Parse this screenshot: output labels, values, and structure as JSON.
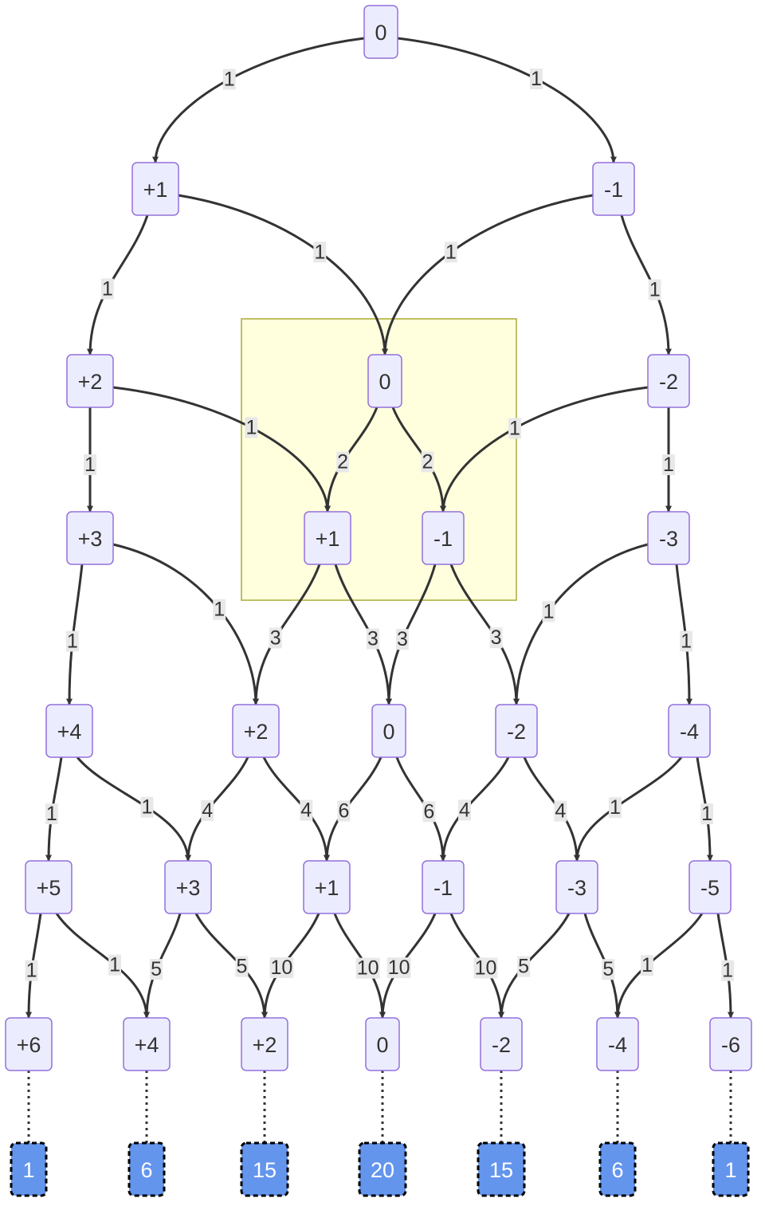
{
  "colors": {
    "node_fill": "#ececff",
    "node_stroke": "#9370db",
    "final_fill": "#6495ed",
    "final_stroke": "#000000",
    "edge": "#333333",
    "label_bg": "#e8e8e8",
    "highlight_fill": "#ffffde",
    "highlight_stroke": "#aaaa33"
  },
  "nodes": [
    {
      "id": "r0_0",
      "label": "0"
    },
    {
      "id": "r1_p1",
      "label": "+1"
    },
    {
      "id": "r1_m1",
      "label": "-1"
    },
    {
      "id": "r2_p2",
      "label": "+2"
    },
    {
      "id": "r2_0",
      "label": "0"
    },
    {
      "id": "r2_m2",
      "label": "-2"
    },
    {
      "id": "r3_p3",
      "label": "+3"
    },
    {
      "id": "r3_p1",
      "label": "+1"
    },
    {
      "id": "r3_m1",
      "label": "-1"
    },
    {
      "id": "r3_m3",
      "label": "-3"
    },
    {
      "id": "r4_p4",
      "label": "+4"
    },
    {
      "id": "r4_p2",
      "label": "+2"
    },
    {
      "id": "r4_0",
      "label": "0"
    },
    {
      "id": "r4_m2",
      "label": "-2"
    },
    {
      "id": "r4_m4",
      "label": "-4"
    },
    {
      "id": "r5_p5",
      "label": "+5"
    },
    {
      "id": "r5_p3",
      "label": "+3"
    },
    {
      "id": "r5_p1",
      "label": "+1"
    },
    {
      "id": "r5_m1",
      "label": "-1"
    },
    {
      "id": "r5_m3",
      "label": "-3"
    },
    {
      "id": "r5_m5",
      "label": "-5"
    },
    {
      "id": "r6_p6",
      "label": "+6"
    },
    {
      "id": "r6_p4",
      "label": "+4"
    },
    {
      "id": "r6_p2",
      "label": "+2"
    },
    {
      "id": "r6_0",
      "label": "0"
    },
    {
      "id": "r6_m2",
      "label": "-2"
    },
    {
      "id": "r6_m4",
      "label": "-4"
    },
    {
      "id": "r6_m6",
      "label": "-6"
    },
    {
      "id": "f1",
      "label": "1",
      "final": true
    },
    {
      "id": "f2",
      "label": "6",
      "final": true
    },
    {
      "id": "f3",
      "label": "15",
      "final": true
    },
    {
      "id": "f4",
      "label": "20",
      "final": true
    },
    {
      "id": "f5",
      "label": "15",
      "final": true
    },
    {
      "id": "f6",
      "label": "6",
      "final": true
    },
    {
      "id": "f7",
      "label": "1",
      "final": true
    }
  ],
  "edges": [
    {
      "from": "r0_0",
      "to": "r1_p1",
      "label": "1"
    },
    {
      "from": "r0_0",
      "to": "r1_m1",
      "label": "1"
    },
    {
      "from": "r1_p1",
      "to": "r2_p2",
      "label": "1"
    },
    {
      "from": "r1_p1",
      "to": "r2_0",
      "label": "1"
    },
    {
      "from": "r1_m1",
      "to": "r2_0",
      "label": "1"
    },
    {
      "from": "r1_m1",
      "to": "r2_m2",
      "label": "1"
    },
    {
      "from": "r2_p2",
      "to": "r3_p3",
      "label": "1"
    },
    {
      "from": "r2_p2",
      "to": "r3_p1",
      "label": "1"
    },
    {
      "from": "r2_0",
      "to": "r3_p1",
      "label": "2"
    },
    {
      "from": "r2_0",
      "to": "r3_m1",
      "label": "2"
    },
    {
      "from": "r2_m2",
      "to": "r3_m1",
      "label": "1"
    },
    {
      "from": "r2_m2",
      "to": "r3_m3",
      "label": "1"
    },
    {
      "from": "r3_p3",
      "to": "r4_p4",
      "label": "1"
    },
    {
      "from": "r3_p3",
      "to": "r4_p2",
      "label": "1"
    },
    {
      "from": "r3_p1",
      "to": "r4_p2",
      "label": "3"
    },
    {
      "from": "r3_p1",
      "to": "r4_0",
      "label": "3"
    },
    {
      "from": "r3_m1",
      "to": "r4_0",
      "label": "3"
    },
    {
      "from": "r3_m1",
      "to": "r4_m2",
      "label": "3"
    },
    {
      "from": "r3_m3",
      "to": "r4_m2",
      "label": "1"
    },
    {
      "from": "r3_m3",
      "to": "r4_m4",
      "label": "1"
    },
    {
      "from": "r4_p4",
      "to": "r5_p5",
      "label": "1"
    },
    {
      "from": "r4_p4",
      "to": "r5_p3",
      "label": "1"
    },
    {
      "from": "r4_p2",
      "to": "r5_p3",
      "label": "4"
    },
    {
      "from": "r4_p2",
      "to": "r5_p1",
      "label": "4"
    },
    {
      "from": "r4_0",
      "to": "r5_p1",
      "label": "6"
    },
    {
      "from": "r4_0",
      "to": "r5_m1",
      "label": "6"
    },
    {
      "from": "r4_m2",
      "to": "r5_m1",
      "label": "4"
    },
    {
      "from": "r4_m2",
      "to": "r5_m3",
      "label": "4"
    },
    {
      "from": "r4_m4",
      "to": "r5_m3",
      "label": "1"
    },
    {
      "from": "r4_m4",
      "to": "r5_m5",
      "label": "1"
    },
    {
      "from": "r5_p5",
      "to": "r6_p6",
      "label": "1"
    },
    {
      "from": "r5_p5",
      "to": "r6_p4",
      "label": "1"
    },
    {
      "from": "r5_p3",
      "to": "r6_p4",
      "label": "5"
    },
    {
      "from": "r5_p3",
      "to": "r6_p2",
      "label": "5"
    },
    {
      "from": "r5_p1",
      "to": "r6_p2",
      "label": "10"
    },
    {
      "from": "r5_p1",
      "to": "r6_0",
      "label": "10"
    },
    {
      "from": "r5_m1",
      "to": "r6_0",
      "label": "10"
    },
    {
      "from": "r5_m1",
      "to": "r6_m2",
      "label": "10"
    },
    {
      "from": "r5_m3",
      "to": "r6_m2",
      "label": "5"
    },
    {
      "from": "r5_m3",
      "to": "r6_m4",
      "label": "5"
    },
    {
      "from": "r5_m5",
      "to": "r6_m4",
      "label": "1"
    },
    {
      "from": "r5_m5",
      "to": "r6_m6",
      "label": "1"
    },
    {
      "from": "r6_p6",
      "to": "f1",
      "label": "",
      "dotted": true
    },
    {
      "from": "r6_p4",
      "to": "f2",
      "label": "",
      "dotted": true
    },
    {
      "from": "r6_p2",
      "to": "f3",
      "label": "",
      "dotted": true
    },
    {
      "from": "r6_0",
      "to": "f4",
      "label": "",
      "dotted": true
    },
    {
      "from": "r6_m2",
      "to": "f5",
      "label": "",
      "dotted": true
    },
    {
      "from": "r6_m4",
      "to": "f6",
      "label": "",
      "dotted": true
    },
    {
      "from": "r6_m6",
      "to": "f7",
      "label": "",
      "dotted": true
    }
  ]
}
